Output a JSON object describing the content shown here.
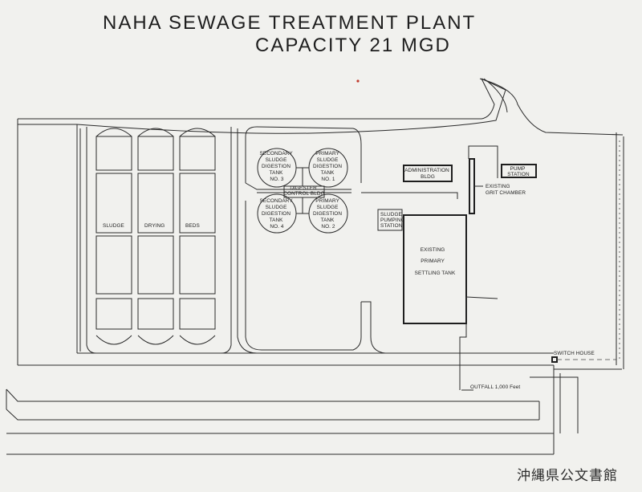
{
  "title": {
    "line1": "NAHA SEWAGE TREATMENT PLANT",
    "line2": "CAPACITY 21 MGD"
  },
  "labels": {
    "sludge": "SLUDGE",
    "drying": "DRYING",
    "beds": "BEDS",
    "tank3": [
      "SECONDARY",
      "SLUDGE",
      "DIGESTION",
      "TANK",
      "NO. 3"
    ],
    "tank1": [
      "PRIMARY",
      "SLUDGE",
      "DIGESTION",
      "TANK",
      "NO. 1"
    ],
    "tank4": [
      "SECONDARY",
      "SLUDGE",
      "DIGESTION",
      "TANK",
      "NO. 4"
    ],
    "tank2": [
      "PRIMARY",
      "SLUDGE",
      "DIGESTION",
      "TANK",
      "NO. 2"
    ],
    "digester_control": [
      "DIGESTER",
      "CONTROL BLDG"
    ],
    "administration": [
      "ADMINISTRATION",
      "BLDG"
    ],
    "pump_station": [
      "PUMP",
      "STATION"
    ],
    "grit_chamber": [
      "EXISTING",
      "GRIT CHAMBER"
    ],
    "sludge_pumping": [
      "SLUDGE",
      "PUMPING",
      "STATION"
    ],
    "settling_tank": [
      "EXISTING",
      "PRIMARY",
      "SETTLING TANK"
    ],
    "switch_house": "SWITCH HOUSE",
    "outfall": "OUTFALL 1,000 Feet"
  },
  "archive_stamp": "沖縄県公文書館",
  "colors": {
    "paper": "#f1f1ee",
    "ink": "#2a2a2a",
    "border": "#3a3a3a",
    "dot": "#c0392b"
  }
}
